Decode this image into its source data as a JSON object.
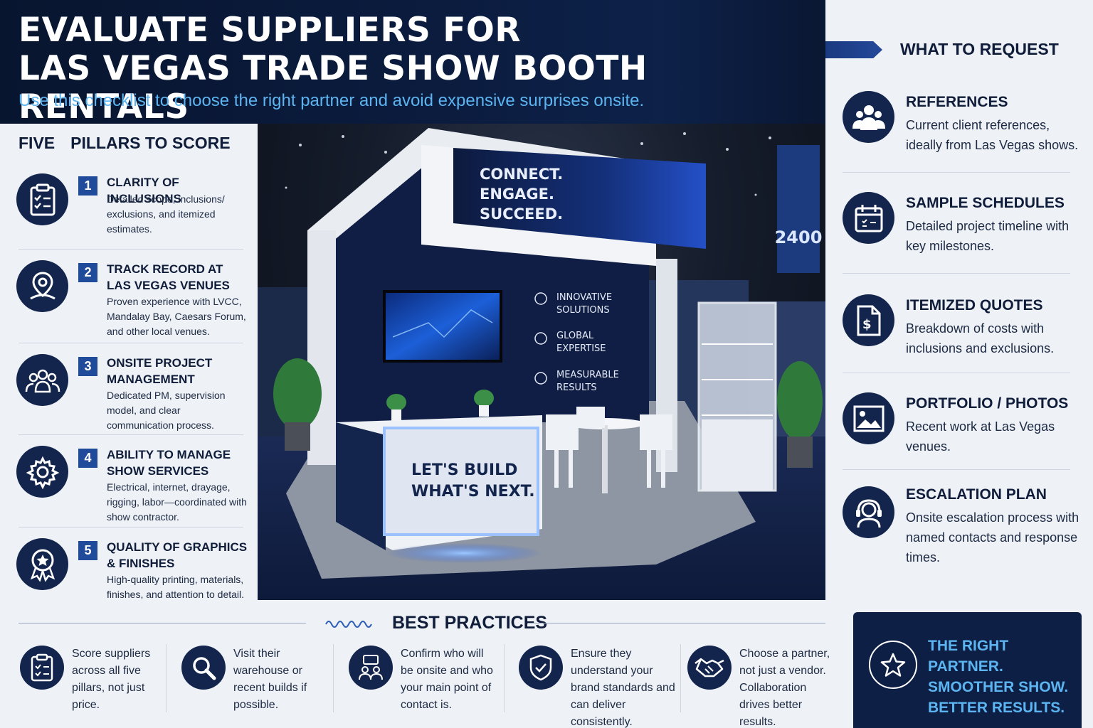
{
  "header": {
    "title_line1": "EVALUATE SUPPLIERS FOR",
    "title_line2": "LAS VEGAS TRADE SHOW BOOTH RENTALS",
    "subtitle": "Use this checklist to choose the right partner and avoid expensive surprises onsite."
  },
  "pillars": {
    "title_word1": "FIVE",
    "title_word2": "PILLARS TO SCORE",
    "items": [
      {
        "num": "1",
        "title": "CLARITY OF INCLUSIONS",
        "desc": "Detailed scope, inclusions/ exclusions, and itemized estimates.",
        "icon": "clipboard-icon"
      },
      {
        "num": "2",
        "title": "TRACK RECORD AT LAS VEGAS VENUES",
        "desc": "Proven experience with LVCC, Mandalay Bay, Caesars Forum, and other local venues.",
        "icon": "map-pin-icon"
      },
      {
        "num": "3",
        "title": "ONSITE PROJECT MANAGEMENT",
        "desc": "Dedicated PM, supervision model, and clear communication process.",
        "icon": "team-icon"
      },
      {
        "num": "4",
        "title": "ABILITY TO MANAGE SHOW SERVICES",
        "desc": "Electrical, internet, drayage, rigging, labor—coordinated with show contractor.",
        "icon": "gear-icon"
      },
      {
        "num": "5",
        "title": "QUALITY OF GRAPHICS & FINISHES",
        "desc": "High-quality printing, materials, finishes, and attention to detail.",
        "icon": "award-icon"
      }
    ]
  },
  "booth": {
    "header_line1": "CONNECT.",
    "header_line2": "ENGAGE.",
    "header_line3": "SUCCEED.",
    "feature1_line1": "INNOVATIVE",
    "feature1_line2": "SOLUTIONS",
    "feature2_line1": "GLOBAL",
    "feature2_line2": "EXPERTISE",
    "feature3_line1": "MEASURABLE",
    "feature3_line2": "RESULTS",
    "counter_line1": "LET'S BUILD",
    "counter_line2": "WHAT'S NEXT.",
    "banner_number": "2400"
  },
  "request": {
    "title": "WHAT TO REQUEST",
    "items": [
      {
        "title": "REFERENCES",
        "desc": "Current client references, ideally from Las Vegas shows.",
        "icon": "people-icon"
      },
      {
        "title": "SAMPLE SCHEDULES",
        "desc": "Detailed project timeline with key milestones.",
        "icon": "calendar-icon"
      },
      {
        "title": "ITEMIZED QUOTES",
        "desc": "Breakdown of costs with inclusions and exclusions.",
        "icon": "quote-document-icon"
      },
      {
        "title": "PORTFOLIO / PHOTOS",
        "desc": "Recent work at Las Vegas venues.",
        "icon": "image-icon"
      },
      {
        "title": "ESCALATION PLAN",
        "desc": "Onsite escalation process with named contacts and response times.",
        "icon": "headset-icon"
      }
    ]
  },
  "best_practices": {
    "title": "BEST PRACTICES",
    "items": [
      {
        "text": "Score suppliers across all five pillars, not just price.",
        "icon": "checklist-icon"
      },
      {
        "text": "Visit their warehouse or recent builds if possible.",
        "icon": "magnifier-icon"
      },
      {
        "text": "Confirm who will be onsite and who your main point of contact is.",
        "icon": "contact-icon"
      },
      {
        "text": "Ensure they understand your brand standards and can deliver consistently.",
        "icon": "shield-check-icon"
      },
      {
        "text": "Choose a partner, not just a vendor. Collaboration drives better results.",
        "icon": "handshake-icon"
      }
    ]
  },
  "callout": {
    "line1": "THE RIGHT PARTNER.",
    "line2": "SMOOTHER SHOW.",
    "line3": "BETTER RESULTS."
  },
  "colors": {
    "navy": "#13254d",
    "header_bg": "#0b1c3f",
    "accent_blue": "#5cb4f0",
    "number_badge": "#1f4b9a",
    "page_bg": "#eef1f5"
  }
}
